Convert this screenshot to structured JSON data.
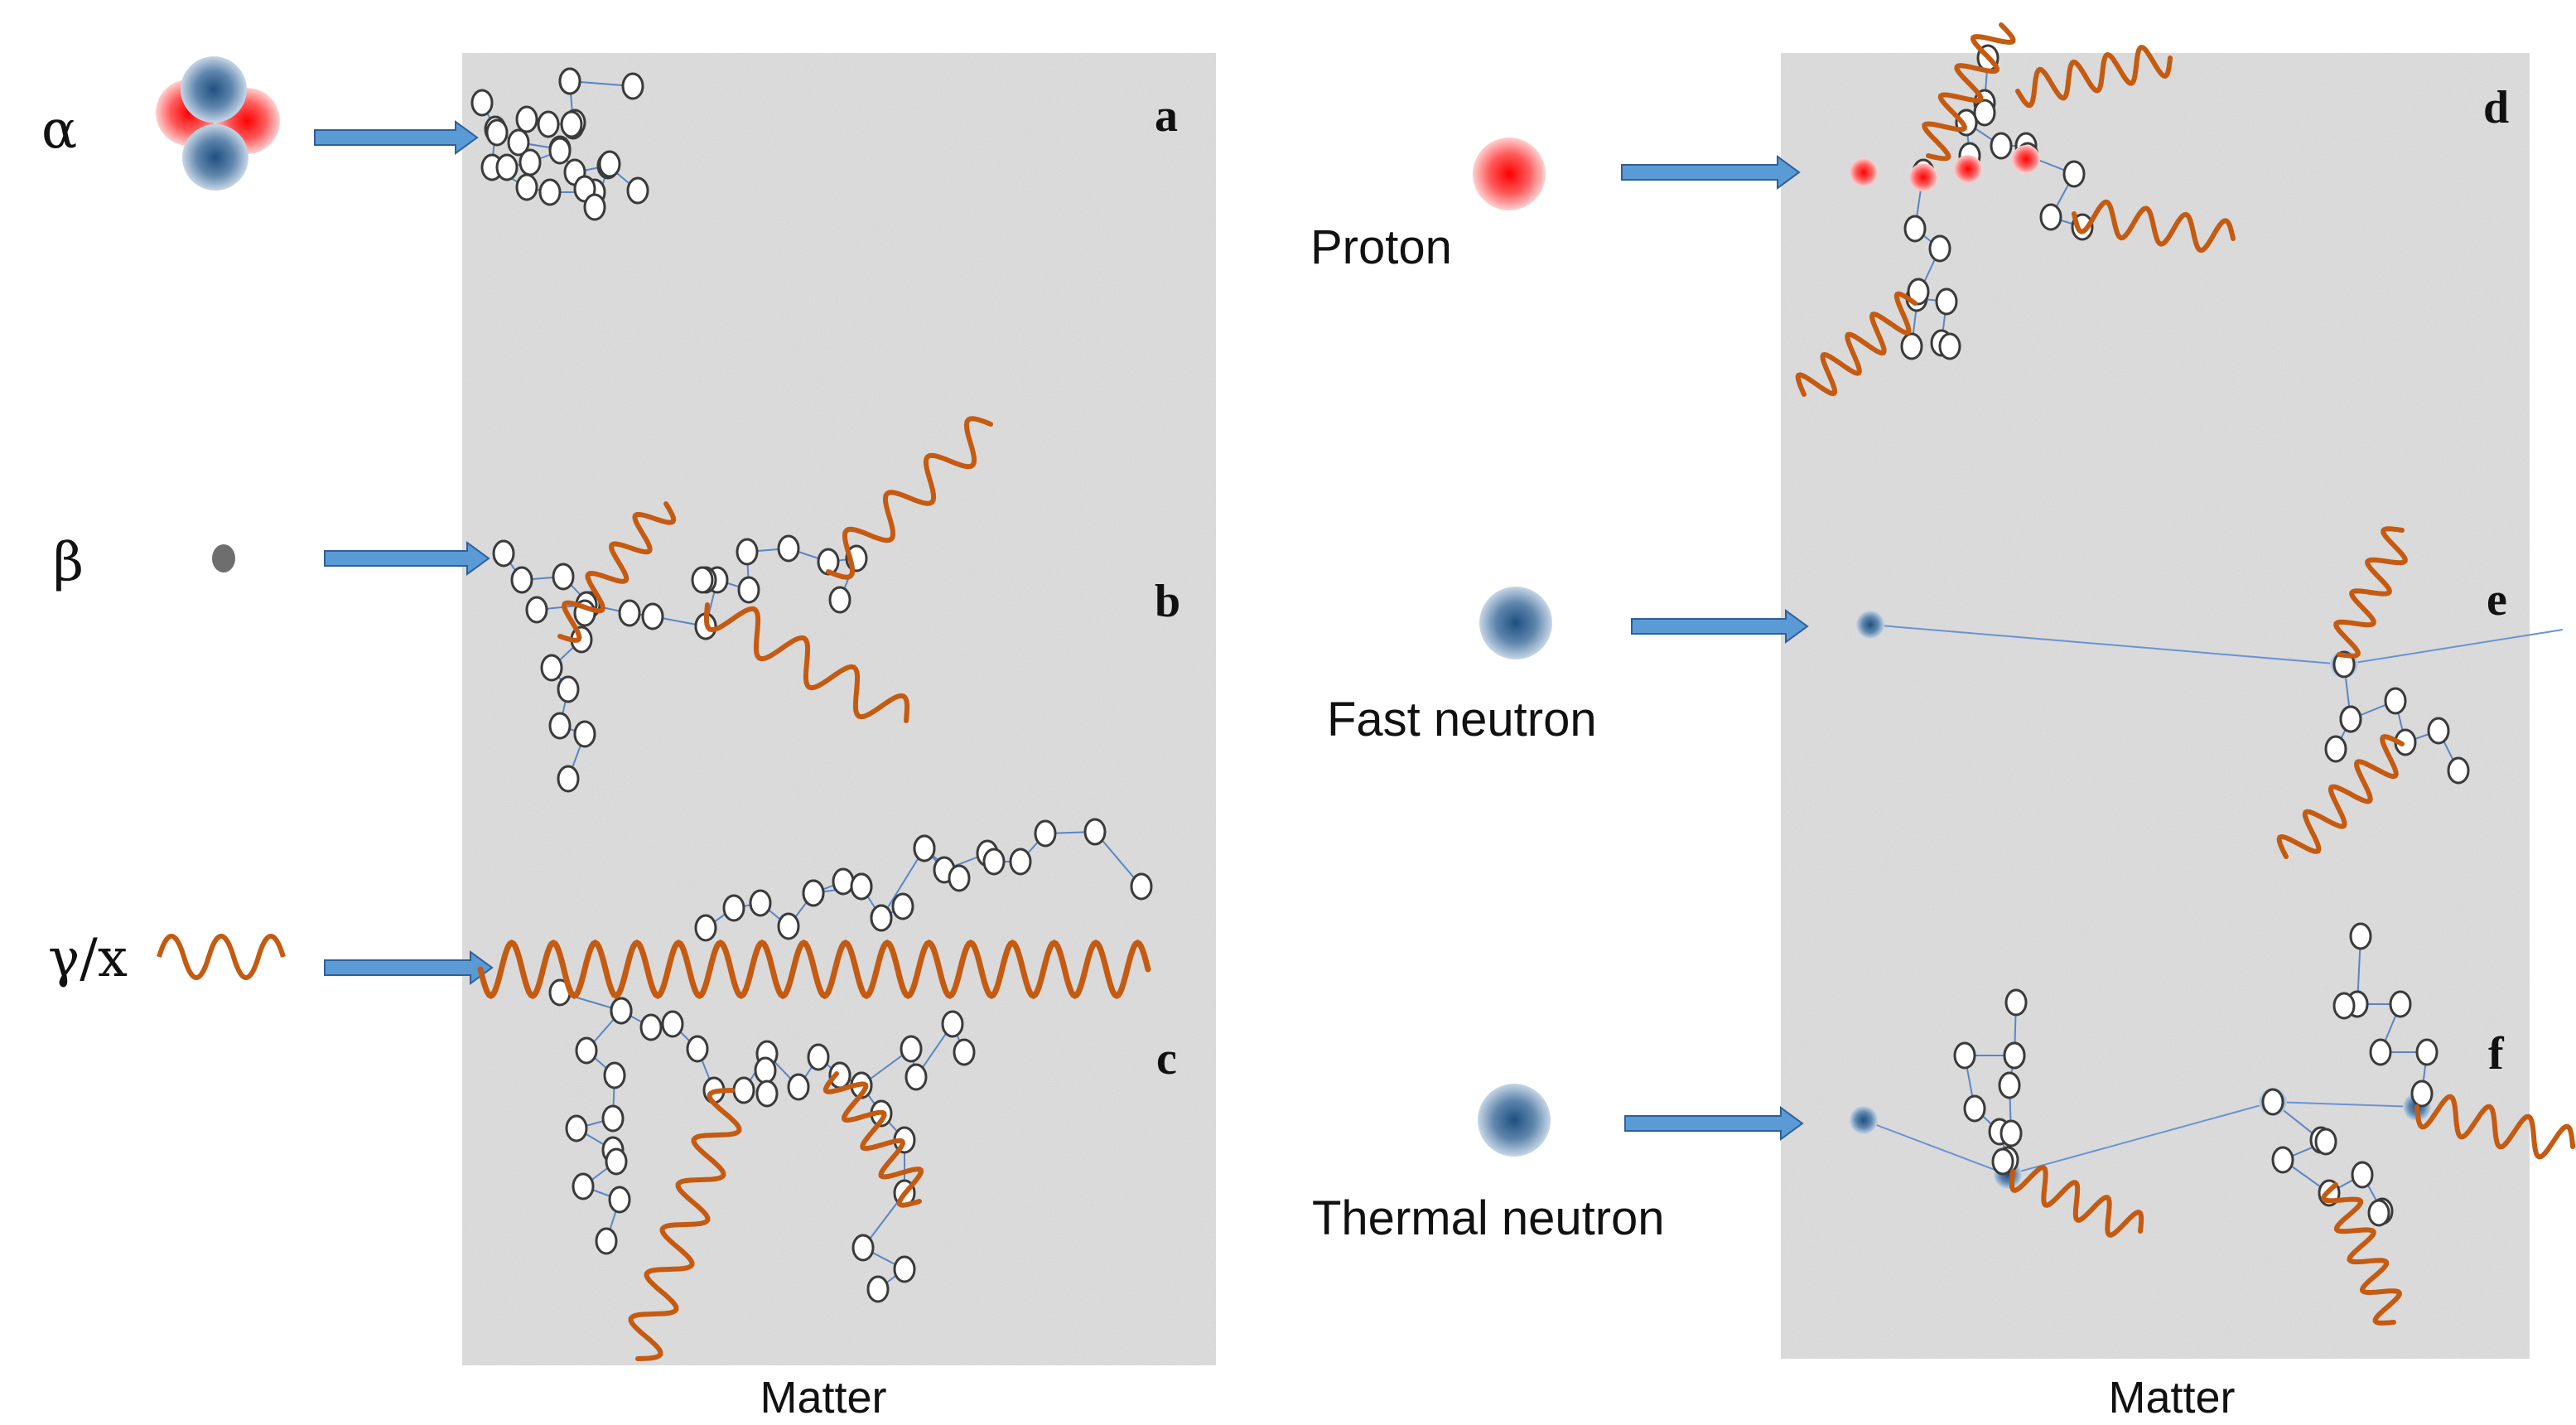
{
  "colors": {
    "photon": "#c55a11",
    "arrow_fill": "#5b9bd5",
    "arrow_stroke": "#2e5f99",
    "proton": "#ff2a2a",
    "neutron": "#2d5a8a",
    "matter": "#dcdcdc"
  },
  "particles": {
    "alpha": "α",
    "beta": "β",
    "gamma": "γ/x",
    "proton": "Proton",
    "fast_neutron": "Fast neutron",
    "thermal_neutron": "Thermal neutron"
  },
  "panels": {
    "a": "a",
    "b": "b",
    "c": "c",
    "d": "d",
    "e": "e",
    "f": "f"
  },
  "captions": {
    "left": "Matter",
    "right": "Matter"
  }
}
